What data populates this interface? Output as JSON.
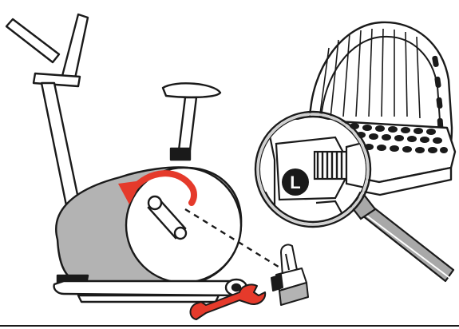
{
  "figure": {
    "side_marker": "L",
    "colors": {
      "stroke": "#1a1a1a",
      "body_fill": "#b3b3b3",
      "rotation_arrow": "#e53a2b",
      "wrench": "#e53a2b",
      "lens_glass": "#ffffff",
      "handle_fill": "#a8a8a8"
    },
    "icons": [
      "exercise-bike",
      "crank-arm",
      "rotation-arrow",
      "pedal",
      "magnifying-glass",
      "wrench"
    ]
  }
}
